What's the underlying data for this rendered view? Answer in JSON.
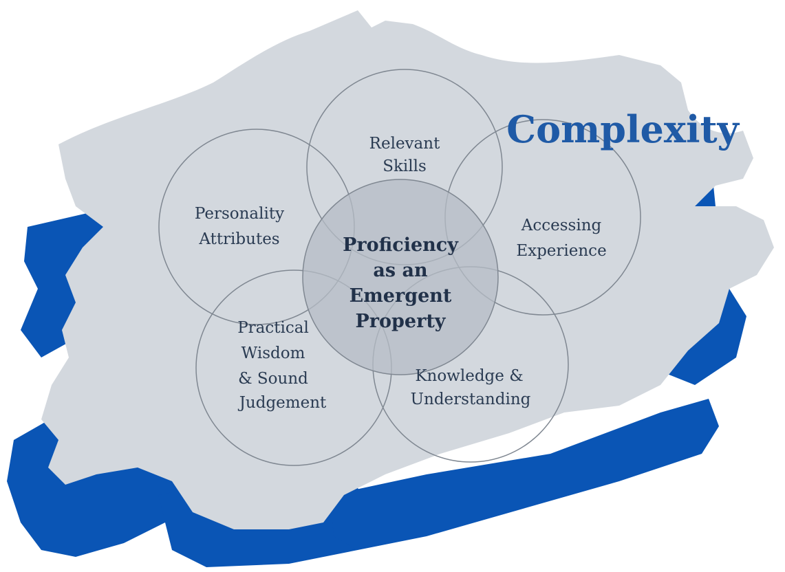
{
  "title": "Complexity",
  "colors": {
    "background": "#ffffff",
    "brush_blue": "#0a55b5",
    "brush_grey": "#d3d8de",
    "circle_stroke": "#7f8791",
    "center_fill": "#b5bcc5",
    "title": "#1f5aa6",
    "text": "#2a3b52"
  },
  "circles": [
    {
      "id": "relevant-skills",
      "lines": [
        "Relevant",
        "Skills"
      ]
    },
    {
      "id": "personality-attributes",
      "lines": [
        "Personality",
        "Attributes"
      ]
    },
    {
      "id": "accessing-experience",
      "lines": [
        "Accessing",
        "Experience"
      ]
    },
    {
      "id": "practical-wisdom",
      "lines": [
        "Practical",
        "Wisdom",
        "& Sound",
        "Judgement"
      ]
    },
    {
      "id": "knowledge-understanding",
      "lines": [
        "Knowledge &",
        "Understanding"
      ]
    }
  ],
  "center": {
    "lines": [
      "Proficiency",
      "as an",
      "Emergent",
      "Property"
    ]
  }
}
